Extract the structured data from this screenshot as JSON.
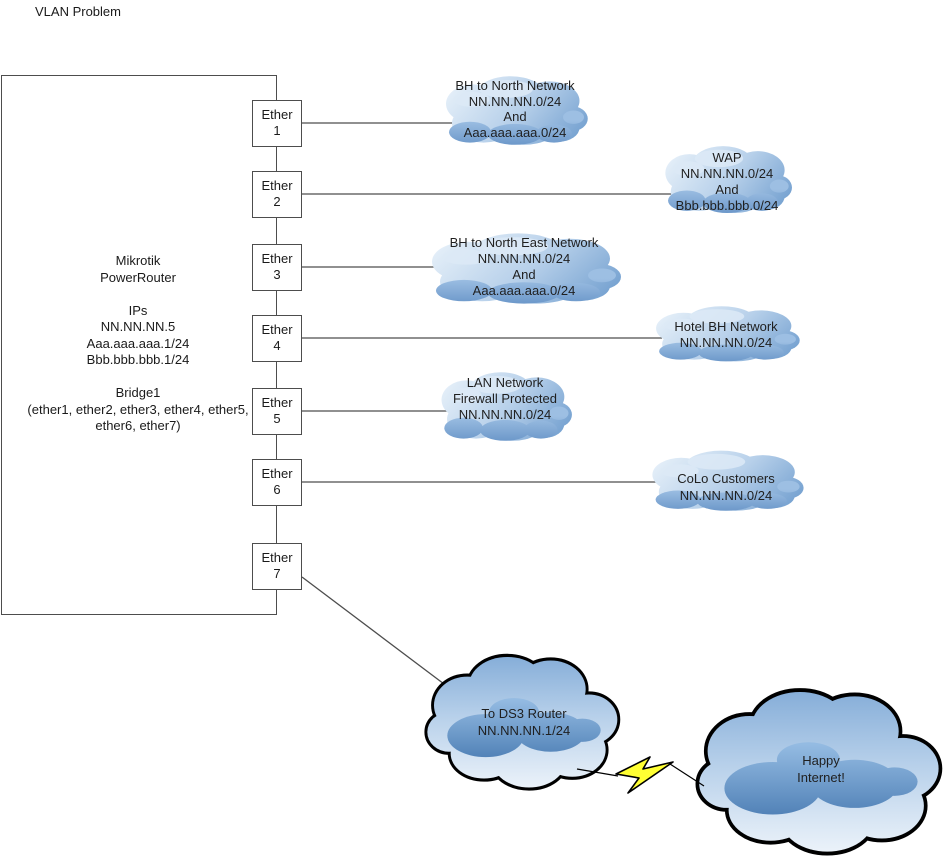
{
  "title": "VLAN Problem",
  "colors": {
    "line": "#4d4d4d",
    "cloud_light": "#e6f0f9",
    "cloud_mid": "#b7d0ea",
    "cloud_dark": "#6f9dce",
    "big_cloud_outline": "#000000",
    "bolt_fill": "#ffff33",
    "text": "#1a1a1a"
  },
  "router": {
    "name": [
      "Mikrotik",
      "PowerRouter"
    ],
    "ips": [
      "IPs",
      "NN.NN.NN.5",
      "Aaa.aaa.aaa.1/24",
      "Bbb.bbb.bbb.1/24"
    ],
    "bridge": [
      "Bridge1",
      "(ether1, ether2, ether3, ether4, ether5,",
      "ether6, ether7)"
    ]
  },
  "ports": [
    {
      "word": "Ether",
      "num": "1"
    },
    {
      "word": "Ether",
      "num": "2"
    },
    {
      "word": "Ether",
      "num": "3"
    },
    {
      "word": "Ether",
      "num": "4"
    },
    {
      "word": "Ether",
      "num": "5"
    },
    {
      "word": "Ether",
      "num": "6"
    },
    {
      "word": "Ether",
      "num": "7"
    }
  ],
  "clouds": {
    "bh_north": {
      "lines": [
        "BH to North Network",
        "NN.NN.NN.0/24",
        "And",
        "Aaa.aaa.aaa.0/24"
      ]
    },
    "wap": {
      "lines": [
        "WAP",
        "NN.NN.NN.0/24",
        "And",
        "Bbb.bbb.bbb.0/24"
      ]
    },
    "bh_north_east": {
      "lines": [
        "BH to North East Network",
        "NN.NN.NN.0/24",
        "And",
        "Aaa.aaa.aaa.0/24"
      ]
    },
    "hotel": {
      "lines": [
        "Hotel BH Network",
        "NN.NN.NN.0/24"
      ]
    },
    "lan": {
      "lines": [
        "LAN Network",
        "Firewall Protected",
        "NN.NN.NN.0/24"
      ]
    },
    "colo": {
      "lines": [
        "CoLo Customers",
        "NN.NN.NN.0/24"
      ]
    },
    "ds3": {
      "lines": [
        "To DS3 Router",
        "NN.NN.NN.1/24"
      ]
    },
    "internet": {
      "lines": [
        "Happy",
        "Internet!"
      ]
    }
  },
  "connections": [
    {
      "from": "Ether 1",
      "to": "BH to North Network"
    },
    {
      "from": "Ether 2",
      "to": "WAP"
    },
    {
      "from": "Ether 3",
      "to": "BH to North East Network"
    },
    {
      "from": "Ether 4",
      "to": "Hotel BH Network"
    },
    {
      "from": "Ether 5",
      "to": "LAN Network Firewall Protected"
    },
    {
      "from": "Ether 6",
      "to": "CoLo Customers"
    },
    {
      "from": "Ether 7",
      "to": "To DS3 Router"
    },
    {
      "from": "To DS3 Router",
      "to": "Happy Internet!"
    }
  ]
}
